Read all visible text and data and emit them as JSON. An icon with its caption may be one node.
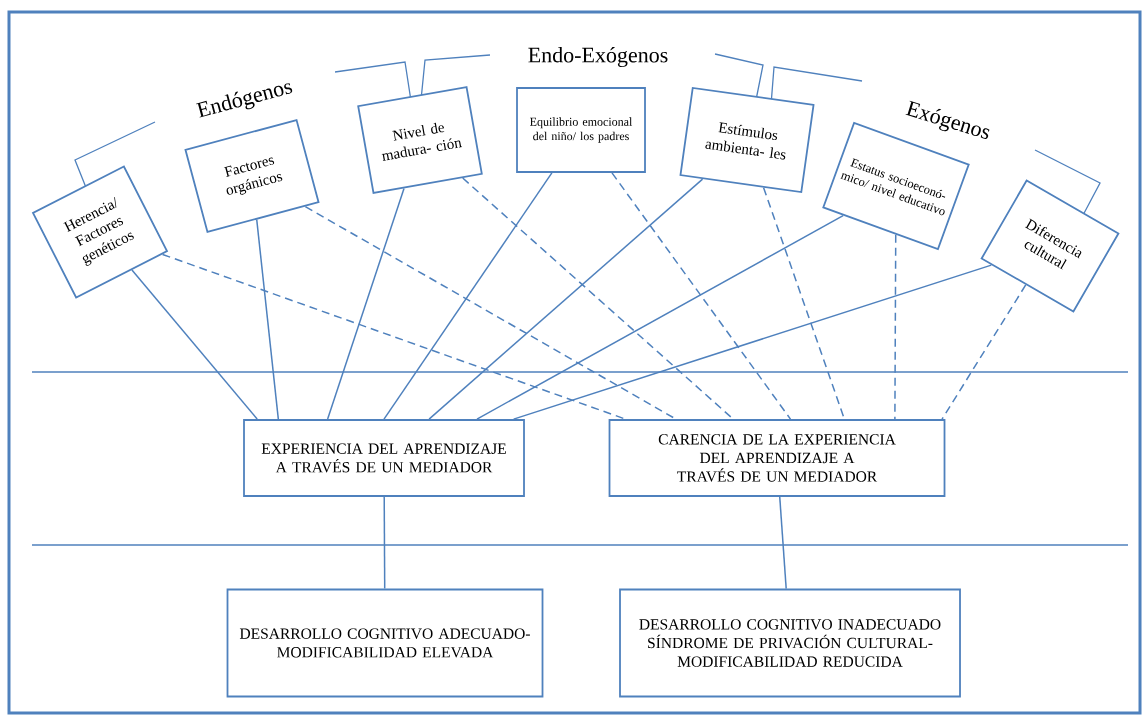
{
  "diagram": {
    "nodes": [
      {
        "text": [
          "Herencia/ Factores genéticos"
        ]
      },
      {
        "text": [
          "Factores orgánicos"
        ]
      },
      {
        "text": [
          "Nivel de madura- ción"
        ]
      },
      {
        "text": [
          "Equilibrio emocional del niño/ los padres"
        ]
      },
      {
        "text": [
          "Estímulos ambienta- les"
        ]
      },
      {
        "text": [
          "Estatus socioeconó- mico/ nivel educativo"
        ]
      },
      {
        "text": [
          "Diferencia cultural"
        ]
      },
      {
        "text": [
          "EXPERIENCIA DEL APRENDIZAJE A TRAVÉS DE UN MEDIADOR"
        ]
      },
      {
        "text": [
          "CARENCIA DE LA EXPERIENCIA DEL APRENDIZAJE A TRAVÉS DE UN MEDIADOR"
        ]
      },
      {
        "text": [
          "DESARROLLO COGNITIVO ADECUADO- MODIFICABILIDAD ELEVADA"
        ]
      },
      {
        "text": [
          "DESARROLLO COGNITIVO INADECUADO SÍNDROME DE PRIVACIÓN CULTURAL- MODIFICABILIDAD REDUCIDA"
        ]
      }
    ],
    "edges": [
      {
        "from": 0,
        "to": 7,
        "arrow": "none"
      },
      {
        "from": 1,
        "to": 7,
        "arrow": "none"
      },
      {
        "from": 2,
        "to": 7,
        "arrow": "none"
      },
      {
        "from": 3,
        "to": 7,
        "arrow": "none"
      },
      {
        "from": 4,
        "to": 7,
        "arrow": "none"
      },
      {
        "from": 5,
        "to": 7,
        "arrow": "none"
      },
      {
        "from": 6,
        "to": 7,
        "arrow": "none"
      },
      {
        "from": 0,
        "to": 8,
        "arrow": "none",
        "style": "dashed"
      },
      {
        "from": 1,
        "to": 8,
        "arrow": "none",
        "style": "dashed"
      },
      {
        "from": 2,
        "to": 8,
        "arrow": "none",
        "style": "dashed"
      },
      {
        "from": 3,
        "to": 8,
        "arrow": "none",
        "style": "dashed"
      },
      {
        "from": 4,
        "to": 8,
        "arrow": "none",
        "style": "dashed"
      },
      {
        "from": 5,
        "to": 8,
        "arrow": "none",
        "style": "dashed"
      },
      {
        "from": 6,
        "to": 8,
        "arrow": "none",
        "style": "dashed"
      },
      {
        "from": 7,
        "to": 9,
        "arrow": "none"
      },
      {
        "from": 8,
        "to": 10,
        "arrow": "none"
      }
    ],
    "labels": [
      "Endógenos",
      "Endo-Exógenos",
      "Exógenos"
    ]
  }
}
